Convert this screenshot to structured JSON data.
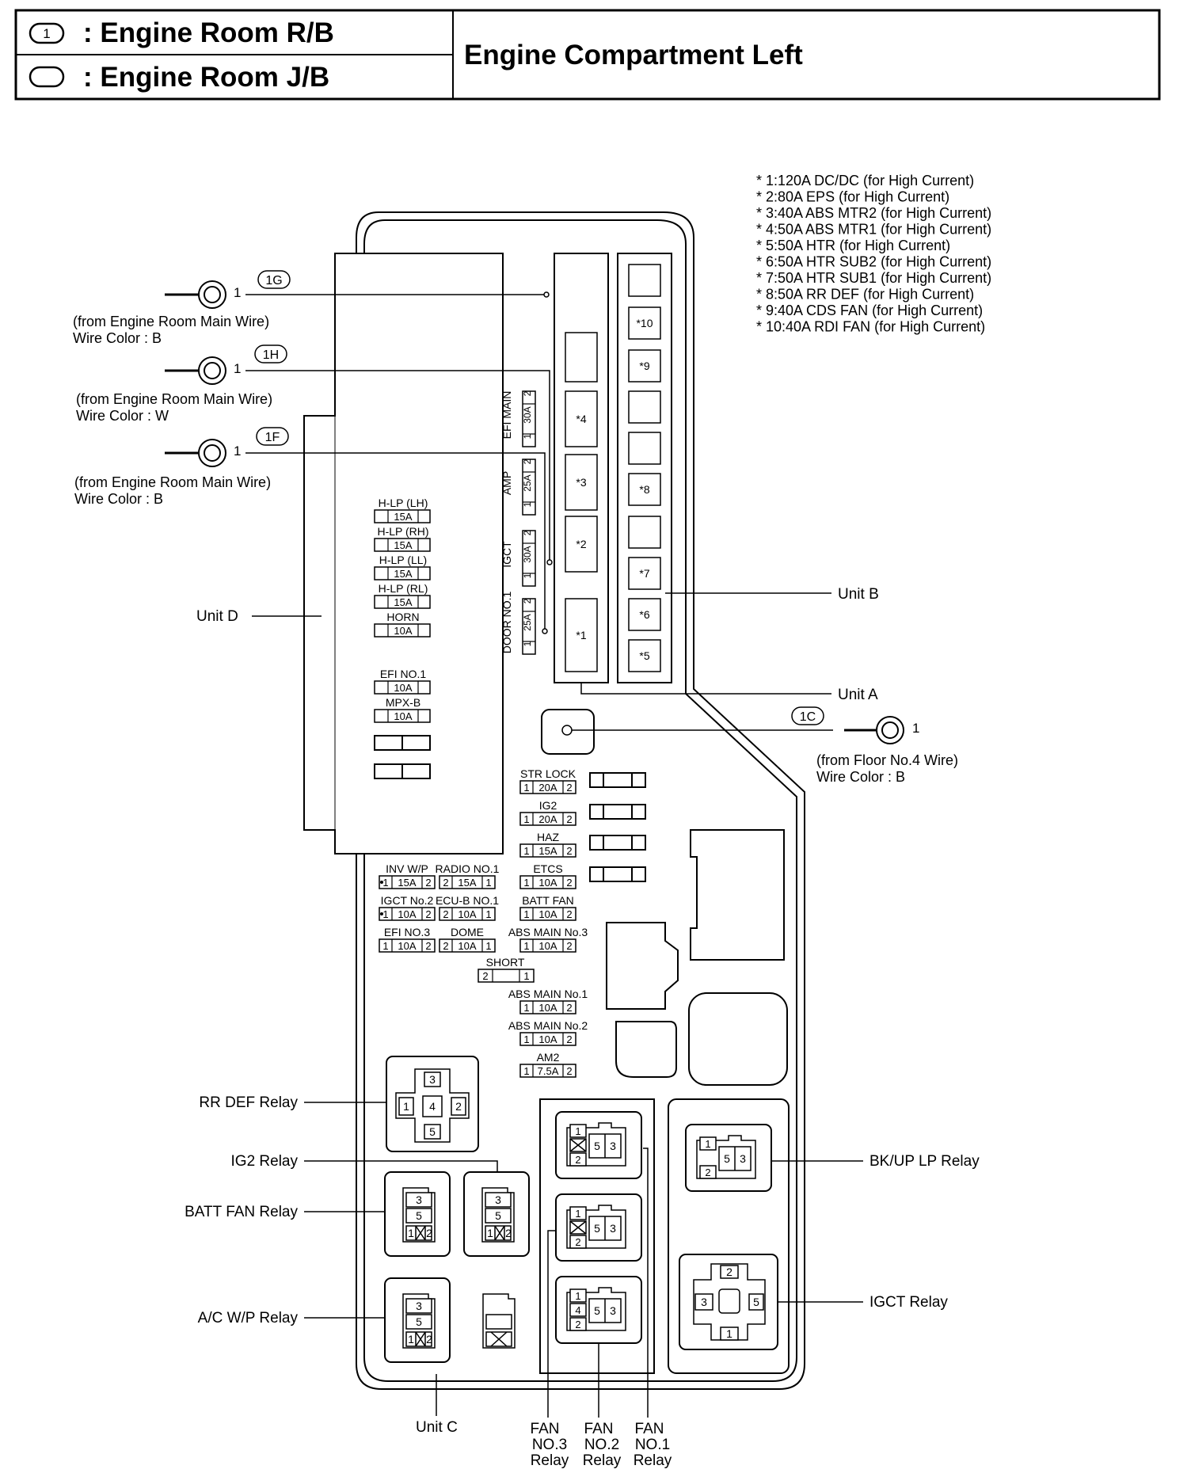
{
  "header": {
    "legend": [
      {
        "symbol": "1",
        "label": ": Engine Room R/B"
      },
      {
        "symbol": "",
        "label": ": Engine Room J/B"
      }
    ],
    "title": "Engine Compartment Left"
  },
  "notes": [
    "* 1:120A DC/DC (for High Current)",
    "* 2:80A EPS (for High Current)",
    "* 3:40A ABS MTR2 (for High Current)",
    "* 4:50A ABS MTR1 (for High Current)",
    "* 5:50A HTR (for High Current)",
    "* 6:50A HTR SUB2 (for High Current)",
    "* 7:50A HTR SUB1 (for High Current)",
    "* 8:50A RR DEF (for High Current)",
    "* 9:40A CDS FAN (for High Current)",
    "* 10:40A RDI FAN (for High Current)"
  ],
  "terminals": {
    "g": {
      "code": "1G",
      "pin": "1",
      "from": "(from Engine Room Main Wire)",
      "color": "Wire Color : B"
    },
    "h": {
      "code": "1H",
      "pin": "1",
      "from": "(from Engine Room Main Wire)",
      "color": "Wire Color : W"
    },
    "f": {
      "code": "1F",
      "pin": "1",
      "from": "(from Engine Room Main Wire)",
      "color": "Wire Color : B"
    },
    "c": {
      "code": "1C",
      "pin": "1",
      "from": "(from Floor No.4 Wire)",
      "color": "Wire Color : B"
    }
  },
  "unit_labels": {
    "d": "Unit D",
    "b": "Unit B",
    "a": "Unit A",
    "c": "Unit C"
  },
  "unit_d_fuses": [
    {
      "name": "H-LP (LH)",
      "amp": "15A"
    },
    {
      "name": "H-LP (RH)",
      "amp": "15A"
    },
    {
      "name": "H-LP (LL)",
      "amp": "15A"
    },
    {
      "name": "H-LP (RL)",
      "amp": "15A"
    },
    {
      "name": "HORN",
      "amp": "10A"
    },
    {
      "name": "EFI NO.1",
      "amp": "10A"
    },
    {
      "name": "MPX-B",
      "amp": "10A"
    }
  ],
  "unit_a_vertical": [
    {
      "name": "EFI MAIN",
      "amp": "30A",
      "p1": "1",
      "p2": "2"
    },
    {
      "name": "AMP",
      "amp": "25A",
      "p1": "1",
      "p2": "2"
    },
    {
      "name": "IGCT",
      "amp": "30A",
      "p1": "1",
      "p2": "2"
    },
    {
      "name": "DOOR NO.1",
      "amp": "25A",
      "p1": "1",
      "p2": "2"
    }
  ],
  "unit_a_slots": [
    "*4",
    "*3",
    "*2",
    "*1"
  ],
  "unit_b_slots": [
    "",
    "*10",
    "*9",
    "",
    "",
    "*8",
    "",
    "*7",
    "*6",
    "*5"
  ],
  "mini_fuses": [
    {
      "name": "STR LOCK",
      "p1": "1",
      "amp": "20A",
      "p2": "2"
    },
    {
      "name": "IG2",
      "p1": "1",
      "amp": "20A",
      "p2": "2"
    },
    {
      "name": "HAZ",
      "p1": "1",
      "amp": "15A",
      "p2": "2"
    },
    {
      "name": "INV W/P",
      "p1": "1",
      "amp": "15A",
      "p2": "2"
    },
    {
      "name": "RADIO NO.1",
      "p1": "2",
      "amp": "15A",
      "p2": "1"
    },
    {
      "name": "ETCS",
      "p1": "1",
      "amp": "10A",
      "p2": "2"
    },
    {
      "name": "IGCT No.2",
      "p1": "1",
      "amp": "10A",
      "p2": "2"
    },
    {
      "name": "ECU-B NO.1",
      "p1": "2",
      "amp": "10A",
      "p2": "1"
    },
    {
      "name": "BATT FAN",
      "p1": "1",
      "amp": "10A",
      "p2": "2"
    },
    {
      "name": "EFI NO.3",
      "p1": "1",
      "amp": "10A",
      "p2": "2"
    },
    {
      "name": "DOME",
      "p1": "2",
      "amp": "10A",
      "p2": "1"
    },
    {
      "name": "ABS MAIN No.3",
      "p1": "1",
      "amp": "10A",
      "p2": "2"
    },
    {
      "name": "ABS MAIN No.1",
      "p1": "1",
      "amp": "10A",
      "p2": "2"
    },
    {
      "name": "ABS MAIN No.2",
      "p1": "1",
      "amp": "10A",
      "p2": "2"
    },
    {
      "name": "AM2",
      "p1": "1",
      "amp": "7.5A",
      "p2": "2"
    }
  ],
  "short": {
    "name": "SHORT",
    "p1": "2",
    "p2": "1"
  },
  "relay_labels": {
    "rr_def": "RR DEF Relay",
    "ig2": "IG2 Relay",
    "batt_fan": "BATT FAN Relay",
    "ac_wp": "A/C W/P Relay",
    "bkup_lp": "BK/UP LP Relay",
    "igct": "IGCT Relay",
    "fan3": [
      "FAN",
      "NO.3",
      "Relay"
    ],
    "fan2": [
      "FAN",
      "NO.2",
      "Relay"
    ],
    "fan1": [
      "FAN",
      "NO.1",
      "Relay"
    ]
  }
}
